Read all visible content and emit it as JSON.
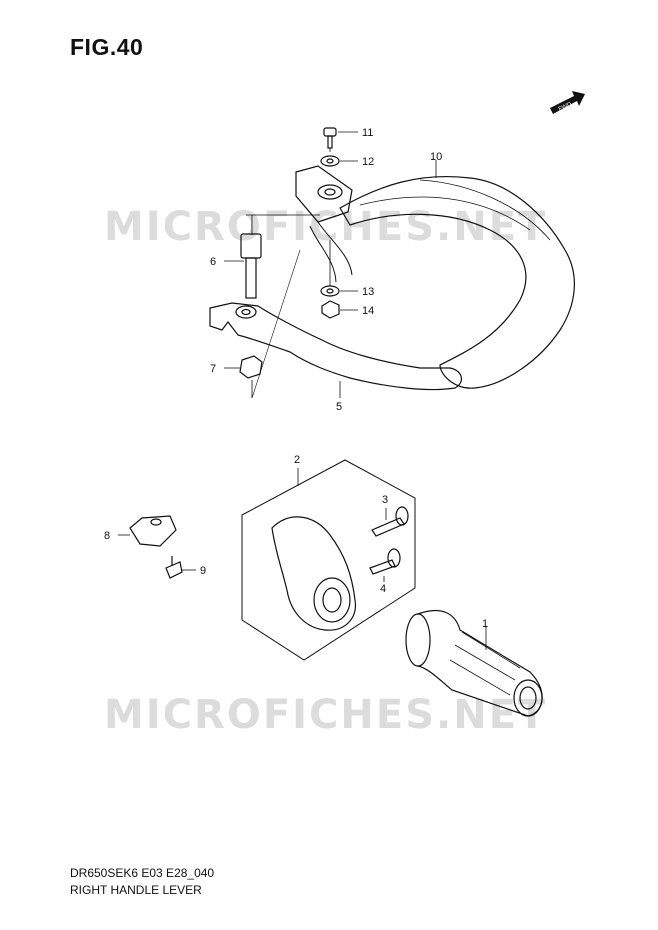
{
  "figure": {
    "title": "FIG.40"
  },
  "fwd_marker": {
    "label": "FWD",
    "icon": "fwd-arrow-icon"
  },
  "watermarks": [
    "MICROFICHES.NET",
    "MICROFICHES.NET"
  ],
  "callouts": [
    "1",
    "2",
    "3",
    "4",
    "5",
    "6",
    "7",
    "8",
    "9",
    "10",
    "11",
    "12",
    "13",
    "14"
  ],
  "footer": {
    "model_code": "DR650SEK6 E03 E28_040",
    "part_name": "RIGHT HANDLE LEVER"
  }
}
